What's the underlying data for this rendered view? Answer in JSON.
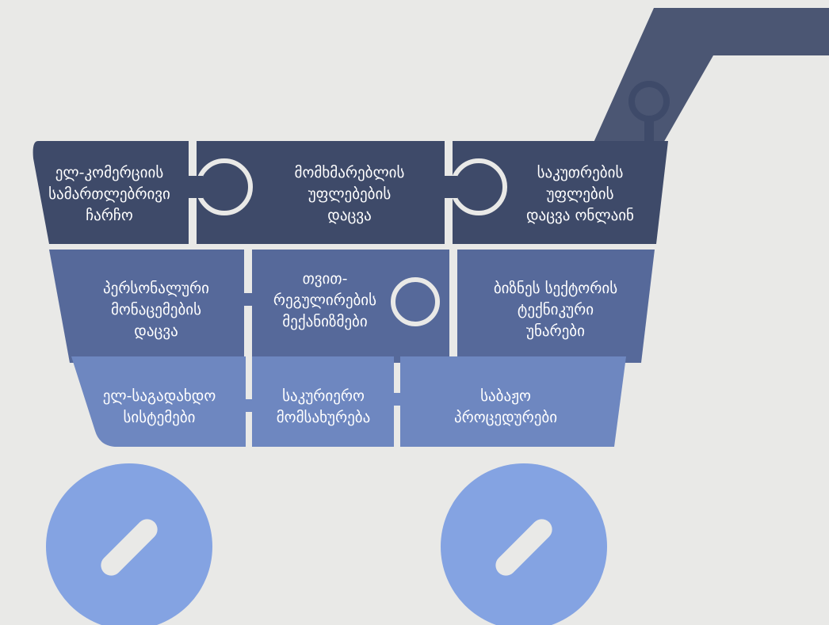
{
  "colors": {
    "background": "#e9e9e7",
    "row1": "#3e4a69",
    "row2": "#56699a",
    "row3": "#6e87c0",
    "wheel": "#84a3e2",
    "handle": "#4b5673",
    "text": "#ffffff"
  },
  "pieces": {
    "ecommerce_legal": {
      "lines": [
        "ელ-კომერციის",
        "სამართლებრივი",
        "ჩარჩო"
      ]
    },
    "consumer_rights": {
      "lines": [
        "მომხმარებლის",
        "უფლებების",
        "დაცვა"
      ]
    },
    "property_rights": {
      "lines": [
        "საკუთრების",
        "უფლების",
        "დაცვა ონლაინ"
      ]
    },
    "personal_data": {
      "lines": [
        "პერსონალური",
        "მონაცემების",
        "დაცვა"
      ]
    },
    "self_regulation": {
      "lines": [
        "თვით-",
        "რეგულირების",
        "მექანიზმები"
      ]
    },
    "business_skills": {
      "lines": [
        "ბიზნეს სექტორის",
        "ტექნიკური",
        "უნარები"
      ]
    },
    "e_payment": {
      "lines": [
        "ელ-საგადახდო",
        "სისტემები"
      ]
    },
    "courier": {
      "lines": [
        "საკურიერო",
        "მომსახურება"
      ]
    },
    "customs": {
      "lines": [
        "საბაჟო",
        "პროცედურები"
      ]
    }
  },
  "wheels": [
    "left-wheel",
    "right-wheel"
  ]
}
